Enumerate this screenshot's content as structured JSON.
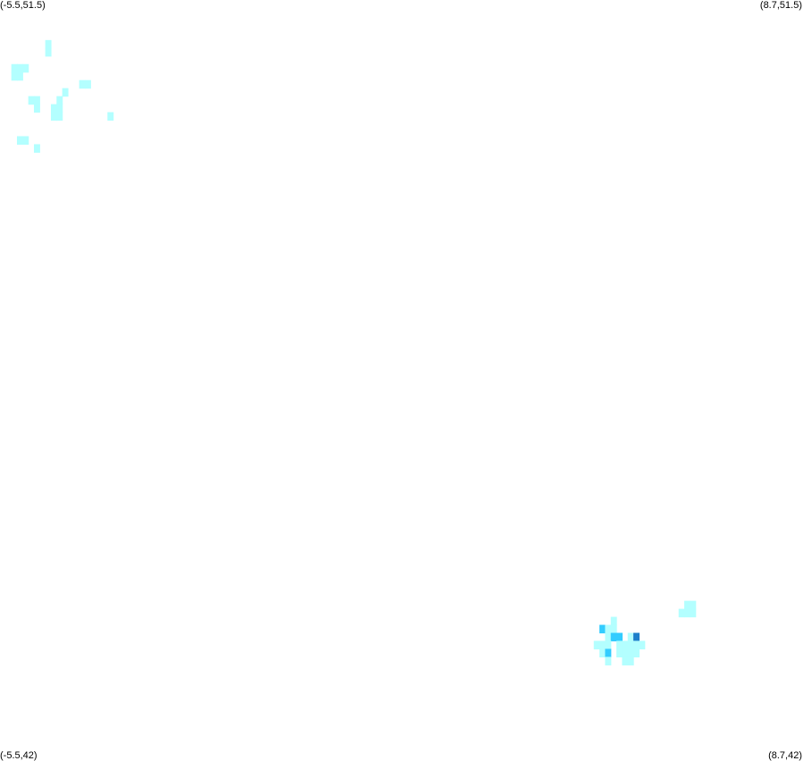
{
  "corners": {
    "top_left": "(-5.5,51.5)",
    "top_right": "(8.7,51.5)",
    "bottom_left": "(-5.5,42)",
    "bottom_right": "(8.7,42)"
  },
  "colors": {
    "background": "#ffffff",
    "light": "#b3ffff",
    "medium": "#33ccff",
    "dark": "#1e7fcb"
  },
  "chart_data": {
    "type": "heatmap",
    "x_range": [
      -5.5,
      8.7
    ],
    "y_range": [
      42,
      51.5
    ],
    "cell_size_deg": 0.1,
    "cells": [
      {
        "lon": -4.7,
        "lat": 50.9,
        "level": "light"
      },
      {
        "lon": -4.7,
        "lat": 50.8,
        "level": "light"
      },
      {
        "lon": -5.3,
        "lat": 50.6,
        "level": "light"
      },
      {
        "lon": -5.2,
        "lat": 50.6,
        "level": "light"
      },
      {
        "lon": -5.1,
        "lat": 50.6,
        "level": "light"
      },
      {
        "lon": -5.3,
        "lat": 50.5,
        "level": "light"
      },
      {
        "lon": -5.2,
        "lat": 50.5,
        "level": "light"
      },
      {
        "lon": -4.1,
        "lat": 50.4,
        "level": "light"
      },
      {
        "lon": -4.0,
        "lat": 50.4,
        "level": "light"
      },
      {
        "lon": -4.4,
        "lat": 50.3,
        "level": "light"
      },
      {
        "lon": -5.0,
        "lat": 50.2,
        "level": "light"
      },
      {
        "lon": -4.9,
        "lat": 50.2,
        "level": "light"
      },
      {
        "lon": -4.5,
        "lat": 50.2,
        "level": "light"
      },
      {
        "lon": -4.9,
        "lat": 50.1,
        "level": "light"
      },
      {
        "lon": -4.6,
        "lat": 50.1,
        "level": "light"
      },
      {
        "lon": -4.5,
        "lat": 50.1,
        "level": "light"
      },
      {
        "lon": -4.5,
        "lat": 50.0,
        "level": "light"
      },
      {
        "lon": -4.6,
        "lat": 50.0,
        "level": "light"
      },
      {
        "lon": -3.6,
        "lat": 50.0,
        "level": "light"
      },
      {
        "lon": -5.2,
        "lat": 49.7,
        "level": "light"
      },
      {
        "lon": -5.1,
        "lat": 49.7,
        "level": "light"
      },
      {
        "lon": -4.9,
        "lat": 49.6,
        "level": "light"
      },
      {
        "lon": 6.6,
        "lat": 43.9,
        "level": "light"
      },
      {
        "lon": 6.7,
        "lat": 43.9,
        "level": "light"
      },
      {
        "lon": 6.5,
        "lat": 43.8,
        "level": "light"
      },
      {
        "lon": 6.6,
        "lat": 43.8,
        "level": "light"
      },
      {
        "lon": 6.7,
        "lat": 43.8,
        "level": "light"
      },
      {
        "lon": 5.3,
        "lat": 43.7,
        "level": "light"
      },
      {
        "lon": 5.1,
        "lat": 43.6,
        "level": "medium"
      },
      {
        "lon": 5.2,
        "lat": 43.6,
        "level": "light"
      },
      {
        "lon": 5.3,
        "lat": 43.6,
        "level": "light"
      },
      {
        "lon": 5.2,
        "lat": 43.5,
        "level": "light"
      },
      {
        "lon": 5.3,
        "lat": 43.5,
        "level": "medium"
      },
      {
        "lon": 5.4,
        "lat": 43.5,
        "level": "medium"
      },
      {
        "lon": 5.6,
        "lat": 43.5,
        "level": "light"
      },
      {
        "lon": 5.7,
        "lat": 43.5,
        "level": "dark"
      },
      {
        "lon": 5.0,
        "lat": 43.4,
        "level": "light"
      },
      {
        "lon": 5.1,
        "lat": 43.4,
        "level": "light"
      },
      {
        "lon": 5.2,
        "lat": 43.4,
        "level": "light"
      },
      {
        "lon": 5.4,
        "lat": 43.4,
        "level": "light"
      },
      {
        "lon": 5.5,
        "lat": 43.4,
        "level": "light"
      },
      {
        "lon": 5.6,
        "lat": 43.4,
        "level": "light"
      },
      {
        "lon": 5.7,
        "lat": 43.4,
        "level": "light"
      },
      {
        "lon": 5.8,
        "lat": 43.4,
        "level": "light"
      },
      {
        "lon": 5.1,
        "lat": 43.3,
        "level": "light"
      },
      {
        "lon": 5.2,
        "lat": 43.3,
        "level": "medium"
      },
      {
        "lon": 5.4,
        "lat": 43.3,
        "level": "light"
      },
      {
        "lon": 5.5,
        "lat": 43.3,
        "level": "light"
      },
      {
        "lon": 5.6,
        "lat": 43.3,
        "level": "light"
      },
      {
        "lon": 5.7,
        "lat": 43.3,
        "level": "light"
      },
      {
        "lon": 5.2,
        "lat": 43.2,
        "level": "light"
      },
      {
        "lon": 5.5,
        "lat": 43.2,
        "level": "light"
      },
      {
        "lon": 5.6,
        "lat": 43.2,
        "level": "light"
      }
    ]
  }
}
